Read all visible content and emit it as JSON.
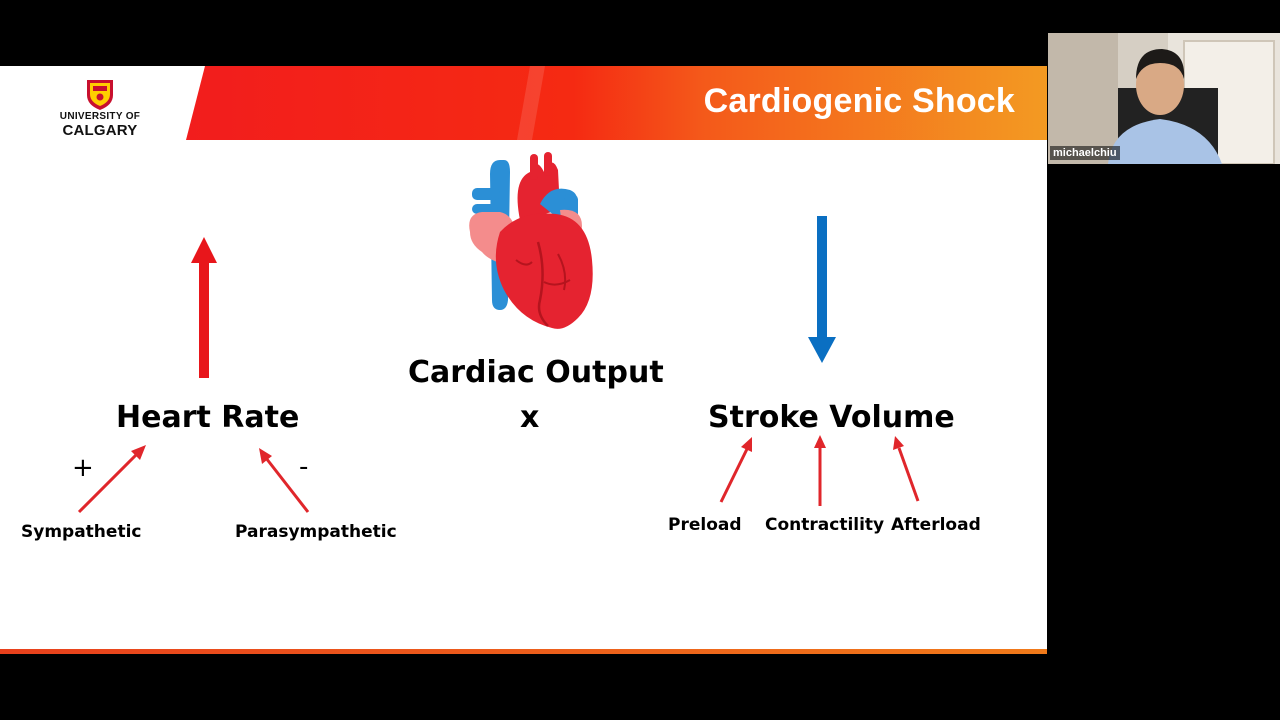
{
  "slide": {
    "title": "Cardiogenic Shock",
    "logo": {
      "line1": "UNIVERSITY OF",
      "line2": "CALGARY"
    },
    "center": {
      "label": "Cardiac Output",
      "operator": "x"
    },
    "left": {
      "label": "Heart Rate",
      "plus_sign": "+",
      "minus_sign": "-",
      "factor_positive": "Sympathetic",
      "factor_negative": "Parasympathetic"
    },
    "right": {
      "label": "Stroke Volume",
      "factors": [
        "Preload",
        "Contractility",
        "Afterload"
      ]
    },
    "colors": {
      "banner_red": "#f01c1c",
      "banner_orange": "#f39120",
      "arrow_red": "#e8161b",
      "arrow_blue": "#0a6fc2"
    }
  },
  "video": {
    "participant_name": "michaelchiu"
  },
  "icons": [
    "university-crest-icon",
    "heart-icon",
    "up-arrow-icon",
    "down-arrow-icon"
  ]
}
